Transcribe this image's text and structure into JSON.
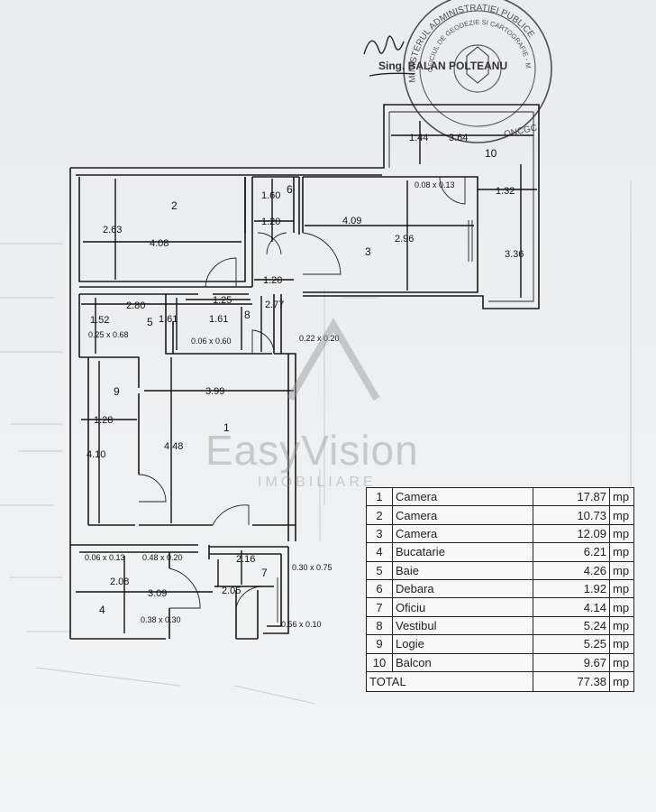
{
  "rooms": [
    {
      "num": "1",
      "name": "Camera",
      "area": "17.87",
      "unit": "mp"
    },
    {
      "num": "2",
      "name": "Camera",
      "area": "10.73",
      "unit": "mp"
    },
    {
      "num": "3",
      "name": "Camera",
      "area": "12.09",
      "unit": "mp"
    },
    {
      "num": "4",
      "name": "Bucatarie",
      "area": "6.21",
      "unit": "mp"
    },
    {
      "num": "5",
      "name": "Baie",
      "area": "4.26",
      "unit": "mp"
    },
    {
      "num": "6",
      "name": "Debara",
      "area": "1.92",
      "unit": "mp"
    },
    {
      "num": "7",
      "name": "Oficiu",
      "area": "4.14",
      "unit": "mp"
    },
    {
      "num": "8",
      "name": "Vestibul",
      "area": "5.24",
      "unit": "mp"
    },
    {
      "num": "9",
      "name": "Logie",
      "area": "5.25",
      "unit": "mp"
    },
    {
      "num": "10",
      "name": "Balcon",
      "area": "9.67",
      "unit": "mp"
    }
  ],
  "total": {
    "label": "TOTAL",
    "area": "77.38",
    "unit": "mp"
  },
  "labels": {
    "d144": "1.44",
    "d364": "3.64",
    "r10": "10",
    "r2": "2",
    "d263": "2.63",
    "d408": "4.08",
    "d160": "1.60",
    "r6": "6",
    "d120a": "1.20",
    "d120b": "1.20",
    "n008x013": "0.08 x 0.13",
    "d132": "1.32",
    "d409": "4.09",
    "d296": "2.96",
    "r3": "3",
    "d336": "3.36",
    "d280": "2.80",
    "d125": "1.25",
    "d152": "1.52",
    "r5": "5",
    "d161a": "1.61",
    "d161b": "1.61",
    "r8": "8",
    "d277": "2.77",
    "n025x068": "0.25 x 0.68",
    "n006x060": "0.06 x 0.60",
    "n022x020": "0.22 x 0.20",
    "r9": "9",
    "d399": "3.99",
    "r1": "1",
    "d128": "1.28",
    "d410": "4.10",
    "d448": "4.48",
    "n006x013": "0.06 x 0.13",
    "n048x020": "0.48 x 0.20",
    "d216": "2.16",
    "r7": "7",
    "n030x075": "0.30 x 0.75",
    "d208": "2.08",
    "d309": "3.09",
    "d205": "2.05",
    "r4": "4",
    "n038x030": "0.38 x 0.30",
    "n056x010": "0.56 x 0.10"
  },
  "stamp": {
    "top": "MINISTERUL ADMINISTRATIEI PUBLICE",
    "mid": "OFICIUL DE GEODEZIE SI CARTOGRAFIE - MUNICIPIUL BUCURESTI",
    "short": "ONCGC",
    "signer": "Sing. BALAN POLTEANU"
  },
  "watermark": {
    "brand": "EasyVision",
    "sub": "IMOBILIARE"
  }
}
